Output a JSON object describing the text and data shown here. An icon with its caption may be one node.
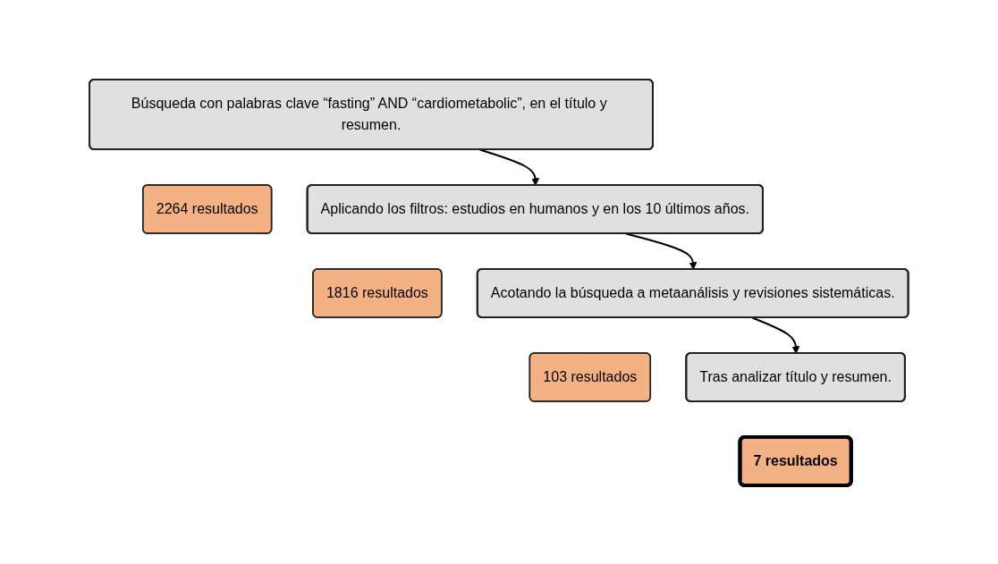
{
  "diagram": {
    "nodes": [
      {
        "text": [
          "Búsqueda con palabras clave “fasting” AND “cardiometabolic”, en el título y resumen."
        ]
      },
      {
        "text": [
          "2264 resultados"
        ]
      },
      {
        "text": [
          "Aplicando los filtros: estudios en humanos y en los 10 últimos años."
        ]
      },
      {
        "text": [
          "1816 resultados"
        ]
      },
      {
        "text": [
          "Acotando la búsqueda a metaanálisis y revisiones sistemáticas."
        ]
      },
      {
        "text": [
          "103 resultados"
        ]
      },
      {
        "text": [
          "Tras analizar título y resumen."
        ]
      },
      {
        "text": [
          "7 resultados"
        ]
      }
    ],
    "edges": [
      {
        "from": 0,
        "to": 2,
        "arrow": "to"
      },
      {
        "from": 2,
        "to": 4,
        "arrow": "to"
      },
      {
        "from": 4,
        "to": 6,
        "arrow": "to"
      }
    ]
  }
}
